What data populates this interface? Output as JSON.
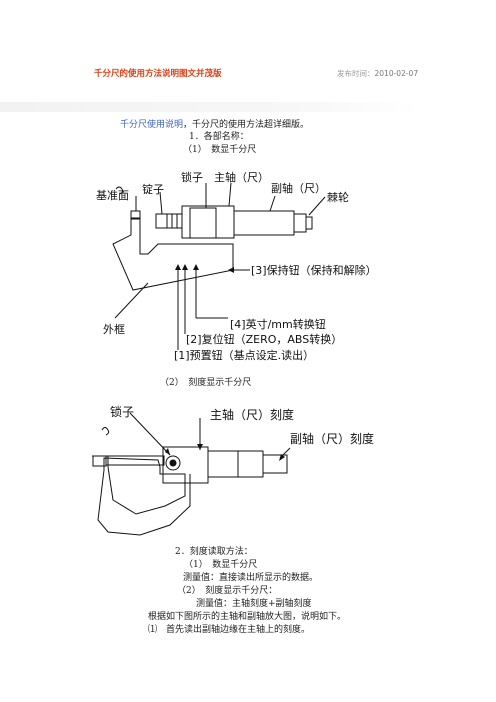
{
  "header": {
    "title": "千分尺的使用方法说明图文并茂版",
    "date_label": "发布时间：",
    "date": "2010-02-07"
  },
  "intro": {
    "link_text": "千分尺使用说明",
    "rest": "，千分尺的使用方法超详细版。"
  },
  "section1": {
    "title": "1．各部名称：",
    "item1": "（1）　数显千分尺",
    "item2": "（2）　刻度显示千分尺"
  },
  "figure1": {
    "labels": {
      "reference_face": "基准面",
      "anvil": "锭子",
      "lock": "锁子",
      "spindle": "主轴（尺）",
      "sleeve": "副轴（尺）",
      "ratchet": "棘轮",
      "hold_button": "[3]保持钮（保持和解除）",
      "unit_button": "[4]英寸/mm转换钮",
      "frame": "外框",
      "zero_button": "[2]复位钮（ZERO，ABS转换）",
      "preset_button": "[1]预置钮（基点设定.读出）"
    }
  },
  "figure2": {
    "labels": {
      "lock": "锁子",
      "spindle_scale": "主轴（尺）刻度",
      "sleeve_scale": "副轴（尺）刻度"
    }
  },
  "section2": {
    "title": "2．刻度读取方法：",
    "item1": "（1）　数显千分尺",
    "item1_desc": "测量值：直接读出所显示的数据。",
    "item2": "（2）　刻度显示千分尺：",
    "item2_desc": "测量值：主轴刻度+副轴刻度",
    "note": "根据如下图所示的主轴和副轴放大图，说明如下。",
    "step1": "⑴　首先读出副轴边缘在主轴上的刻度。"
  }
}
